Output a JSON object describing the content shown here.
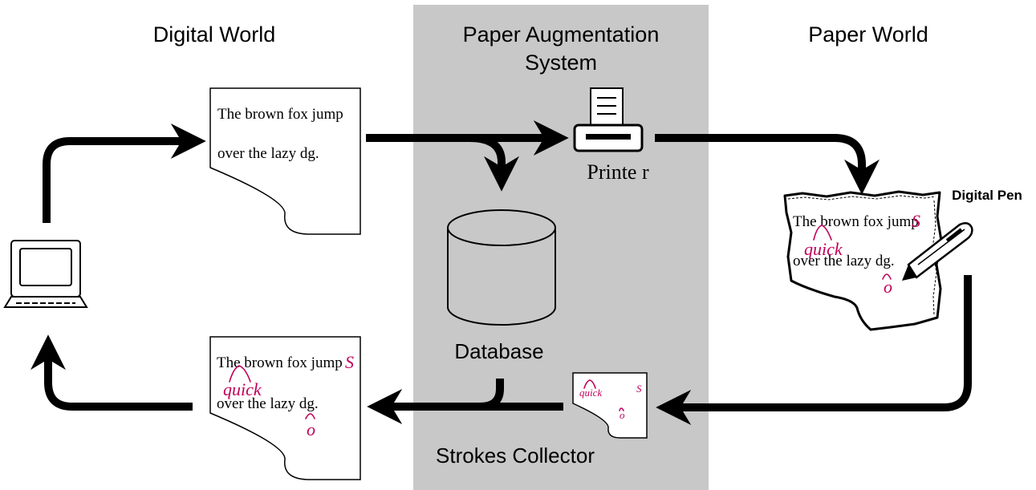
{
  "columns": {
    "digital_world": "Digital World",
    "paper_augmentation_system_line1": "Paper Augmentation",
    "paper_augmentation_system_line2": "System",
    "paper_world": "Paper World"
  },
  "components": {
    "printer": "Printe r",
    "database": "Database",
    "digital_pen": "Digital Pen",
    "strokes_collector": "Strokes Collector"
  },
  "documents": {
    "original_line1": "The brown fox jump",
    "original_line2": "over the lazy dg.",
    "printed_line1": "The brown fox jump",
    "printed_line2": "over the lazy dg.",
    "merged_line1": "The brown fox jump",
    "merged_line2": "over the lazy dg."
  },
  "annotations": {
    "insert_word": "quick",
    "missing_letter_s": "S",
    "missing_letter_o": "o"
  },
  "colors": {
    "system_band": "#c8c8c8",
    "ink": "#c0005a",
    "arrow": "#000000"
  },
  "icons": [
    "laptop-icon",
    "printer-icon",
    "database-icon",
    "digital-pen-icon",
    "document-icon"
  ]
}
